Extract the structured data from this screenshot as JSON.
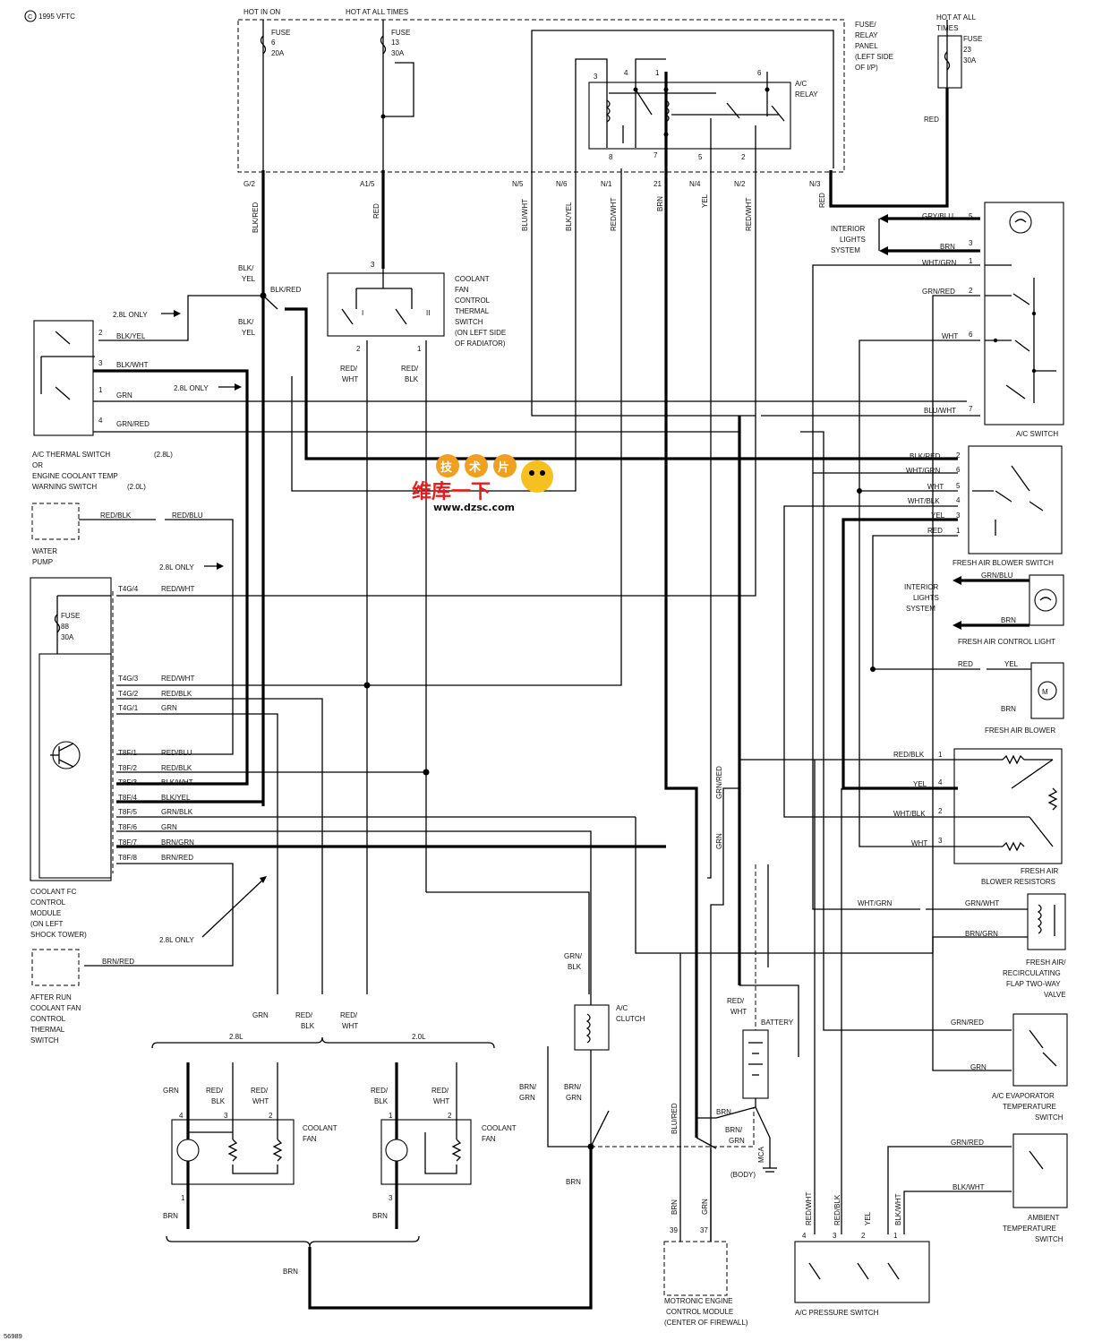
{
  "meta": {
    "copyright": "1995 VFTC",
    "figure_id": "56989"
  },
  "header": {
    "hot_in_on": "HOT IN ON",
    "hot_at_all_times": "HOT AT ALL TIMES"
  },
  "fuse6": {
    "name": "FUSE",
    "num": "6",
    "rating": "20A"
  },
  "fuse13": {
    "name": "FUSE",
    "num": "13",
    "rating": "30A"
  },
  "fuse_panel": {
    "l1": "FUSE/",
    "l2": "RELAY",
    "l3": "PANEL",
    "l4": "(LEFT SIDE",
    "l5": "OF I/P)"
  },
  "ac_relay": {
    "l1": "A/C",
    "l2": "RELAY",
    "pins_top": [
      "3",
      "4",
      "1",
      "6"
    ],
    "pins_bottom": [
      "8",
      "7",
      "5",
      "2"
    ]
  },
  "fuse23": {
    "hot_l1": "HOT AT ALL",
    "hot_l2": "TIMES",
    "name": "FUSE",
    "num": "23",
    "rating": "30A",
    "wire": "RED"
  },
  "connectors": [
    "G/2",
    "A1/5",
    "N/5",
    "N/6",
    "N/1",
    "21",
    "N/4",
    "N/2",
    "N/3"
  ],
  "wires_top": [
    "BLK/RED",
    "RED",
    "BLU/WHT",
    "BLK/YEL",
    "RED/WHT",
    "BRN",
    "YEL",
    "RED/WHT",
    "RED"
  ],
  "coolant_switch": {
    "l1": "COOLANT",
    "l2": "FAN",
    "l3": "CONTROL",
    "l4": "THERMAL",
    "l5": "SWITCH",
    "l6": "(ON LEFT SIDE",
    "l7": "OF RADIATOR)",
    "pin3": "3",
    "pin2": "2",
    "pin1": "1",
    "i": "I",
    "ii": "II",
    "w1a": "RED/",
    "w1b": "WHT",
    "w2a": "RED/",
    "w2b": "BLK"
  },
  "left_labels": {
    "blk_yel_a": "BLK/",
    "blk_yel_b": "YEL",
    "blk_red": "BLK/RED",
    "only28": "2.8L ONLY"
  },
  "thermal_switch": {
    "pins": [
      {
        "num": "2",
        "wire": "BLK/YEL"
      },
      {
        "num": "3",
        "wire": "BLK/WHT"
      },
      {
        "num": "1",
        "wire": "GRN"
      },
      {
        "num": "4",
        "wire": "GRN/RED"
      }
    ],
    "l1": "A/C THERMAL SWITCH",
    "l1b": "(2.8L)",
    "l2": "OR",
    "l3": "ENGINE COOLANT TEMP",
    "l4": "WARNING SWITCH",
    "l4b": "(2.0L)",
    "only28": "2.8L ONLY"
  },
  "water_pump": {
    "l1": "WATER",
    "l2": "PUMP",
    "w1": "RED/BLK",
    "w2": "RED/BLU",
    "only28": "2.8L ONLY"
  },
  "module": {
    "fuse": "FUSE",
    "fuse_num": "88",
    "fuse_rating": "30A",
    "pins": [
      {
        "pin": "T4G/4",
        "wire": "RED/WHT"
      },
      {
        "pin": "T4G/3",
        "wire": "RED/WHT"
      },
      {
        "pin": "T4G/2",
        "wire": "RED/BLK"
      },
      {
        "pin": "T4G/1",
        "wire": "GRN"
      },
      {
        "pin": "T8F/1",
        "wire": "RED/BLU"
      },
      {
        "pin": "T8F/2",
        "wire": "RED/BLK"
      },
      {
        "pin": "T8F/3",
        "wire": "BLK/WHT"
      },
      {
        "pin": "T8F/4",
        "wire": "BLK/YEL"
      },
      {
        "pin": "T8F/5",
        "wire": "GRN/BLK"
      },
      {
        "pin": "T8F/6",
        "wire": "GRN"
      },
      {
        "pin": "T8F/7",
        "wire": "BRN/GRN"
      },
      {
        "pin": "T8F/8",
        "wire": "BRN/RED"
      }
    ],
    "l1": "COOLANT FC",
    "l2": "CONTROL",
    "l3": "MODULE",
    "l4": "(ON LEFT",
    "l5": "SHOCK TOWER)"
  },
  "after_run": {
    "l1": "AFTER RUN",
    "l2": "COOLANT FAN",
    "l3": "CONTROL",
    "l4": "THERMAL",
    "l5": "SWITCH",
    "wire": "BRN/RED",
    "only28": "2.8L ONLY"
  },
  "fans": {
    "top_grn": "GRN",
    "top_redblk_a": "RED/",
    "top_redblk_b": "BLK",
    "top_redwht_a": "RED/",
    "top_redwht_b": "WHT",
    "l28": "2.8L",
    "l20": "2.0L",
    "fan1": {
      "w1": "GRN",
      "w2a": "RED/",
      "w2b": "BLK",
      "w3a": "RED/",
      "w3b": "WHT",
      "p1": "4",
      "p2": "3",
      "p3": "2",
      "pb": "1",
      "wb": "BRN",
      "l1": "COOLANT",
      "l2": "FAN"
    },
    "fan2": {
      "w1a": "RED/",
      "w1b": "BLK",
      "w2a": "RED/",
      "w2b": "WHT",
      "p1": "1",
      "p2": "2",
      "pb": "3",
      "wb": "BRN",
      "l1": "COOLANT",
      "l2": "FAN"
    },
    "brn": "BRN"
  },
  "clutch": {
    "l1": "A/C",
    "l2": "CLUTCH",
    "wa": "GRN/",
    "wb": "BLK",
    "w2a": "BRN/",
    "w2b": "GRN",
    "w3": "BRN"
  },
  "battery": {
    "label": "BATTERY",
    "wa": "RED/",
    "wb": "WHT",
    "brn": "BRN",
    "brngrn_a": "BRN/",
    "brngrn_b": "GRN",
    "brngrn2_a": "BRN/",
    "brngrn2_b": "GRN",
    "mca": "MCA",
    "body": "(BODY)"
  },
  "ecm": {
    "l1": "MOTRONIC ENGINE",
    "l2": "CONTROL MODULE",
    "l3": "(CENTER OF FIREWALL)",
    "p1": "39",
    "p2": "37",
    "w1": "BRN",
    "w2": "GRN",
    "w3": "BLU/RED"
  },
  "pressure_switch": {
    "label": "A/C PRESSURE SWITCH",
    "pins": [
      "4",
      "3",
      "2",
      "1"
    ],
    "wires": [
      "RED/WHT",
      "RED/BLK",
      "YEL",
      "BLK/WHT"
    ]
  },
  "ac_switch": {
    "label": "A/C SWITCH",
    "interior_l1": "INTERIOR",
    "interior_l2": "LIGHTS",
    "interior_l3": "SYSTEM",
    "pins": [
      {
        "num": "5",
        "wire": "GRY/BLU"
      },
      {
        "num": "3",
        "wire": "BRN"
      },
      {
        "num": "1",
        "wire": "WHT/GRN"
      },
      {
        "num": "2",
        "wire": "GRN/RED"
      },
      {
        "num": "6",
        "wire": "WHT"
      },
      {
        "num": "7",
        "wire": "BLU/WHT"
      }
    ]
  },
  "blower_switch": {
    "label": "FRESH AIR BLOWER SWITCH",
    "pins": [
      {
        "num": "2",
        "wire": "BLK/RED"
      },
      {
        "num": "6",
        "wire": "WHT/GRN"
      },
      {
        "num": "5",
        "wire": "WHT"
      },
      {
        "num": "4",
        "wire": "WHT/BLK"
      },
      {
        "num": "3",
        "wire": "YEL"
      },
      {
        "num": "1",
        "wire": "RED"
      }
    ]
  },
  "control_light": {
    "label": "FRESH AIR CONTROL LIGHT",
    "interior_l1": "INTERIOR",
    "interior_l2": "LIGHTS",
    "interior_l3": "SYSTEM",
    "w1": "GRN/BLU",
    "w2": "BRN"
  },
  "blower": {
    "label": "FRESH AIR BLOWER",
    "w1": "RED",
    "w2": "YEL",
    "w3": "BRN"
  },
  "resistors": {
    "l1": "FRESH AIR",
    "l2": "BLOWER RESISTORS",
    "pins": [
      {
        "num": "1",
        "wire": "RED/BLK"
      },
      {
        "num": "4",
        "wire": "YEL"
      },
      {
        "num": "2",
        "wire": "WHT/BLK"
      },
      {
        "num": "3",
        "wire": "WHT"
      }
    ]
  },
  "valve": {
    "l1": "FRESH AIR/",
    "l2": "RECIRCULATING",
    "l3": "FLAP TWO-WAY",
    "l4": "VALVE",
    "w1": "WHT/GRN",
    "w2": "GRN/WHT",
    "w3": "BRN/GRN"
  },
  "evap": {
    "l1": "A/C EVAPORATOR",
    "l2": "TEMPERATURE",
    "l3": "SWITCH",
    "w1": "GRN/RED",
    "w2": "GRN"
  },
  "ambient": {
    "l1": "AMBIENT",
    "l2": "TEMPERATURE",
    "l3": "SWITCH",
    "w1": "GRN/RED",
    "w2": "BLK/WHT"
  },
  "mid_wires": {
    "grn_red": "GRN/RED",
    "grn": "GRN"
  },
  "watermark": {
    "t1": "技",
    "t2": "术",
    "t3": "片",
    "line2": "维库一下",
    "url": "www.dzsc.com"
  }
}
